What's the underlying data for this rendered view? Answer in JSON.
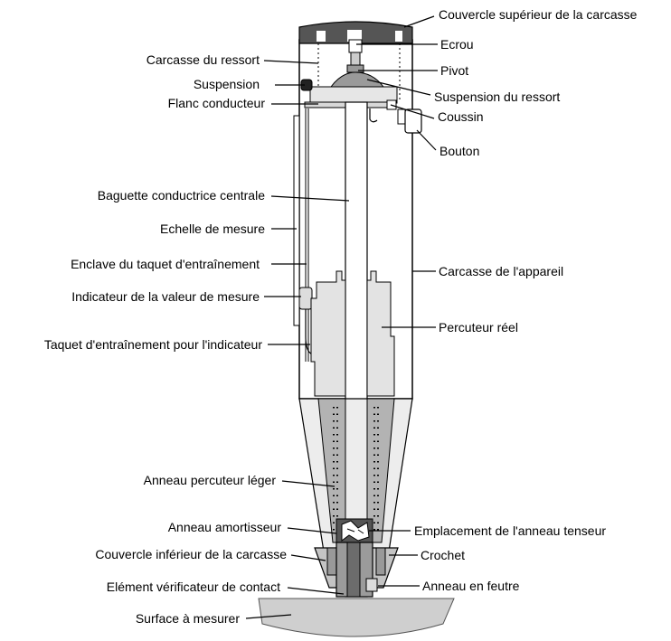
{
  "labels": {
    "couvercle_superieur": "Couvercle supérieur de la carcasse",
    "ecrou": "Ecrou",
    "carcasse_ressort": "Carcasse du ressort",
    "pivot": "Pivot",
    "suspension": "Suspension",
    "suspension_ressort": "Suspension du ressort",
    "flanc_conducteur": "Flanc conducteur",
    "coussin": "Coussin",
    "bouton": "Bouton",
    "baguette": "Baguette conductrice centrale",
    "echelle": "Echelle de mesure",
    "enclave": "Enclave du taquet d'entraînement",
    "carcasse_appareil": "Carcasse de l'appareil",
    "indicateur": "Indicateur de la valeur de mesure",
    "percuteur": "Percuteur réel",
    "taquet": "Taquet d'entraînement pour l'indicateur",
    "anneau_leger": "Anneau percuteur léger",
    "anneau_amortisseur": "Anneau amortisseur",
    "emplacement_tenseur": "Emplacement de l'anneau tenseur",
    "couvercle_inferieur": "Couvercle inférieur de la carcasse",
    "crochet": "Crochet",
    "element_verificateur": "Elément vérificateur de contact",
    "anneau_feutre": "Anneau en feutre",
    "surface": "Surface à mesurer"
  }
}
